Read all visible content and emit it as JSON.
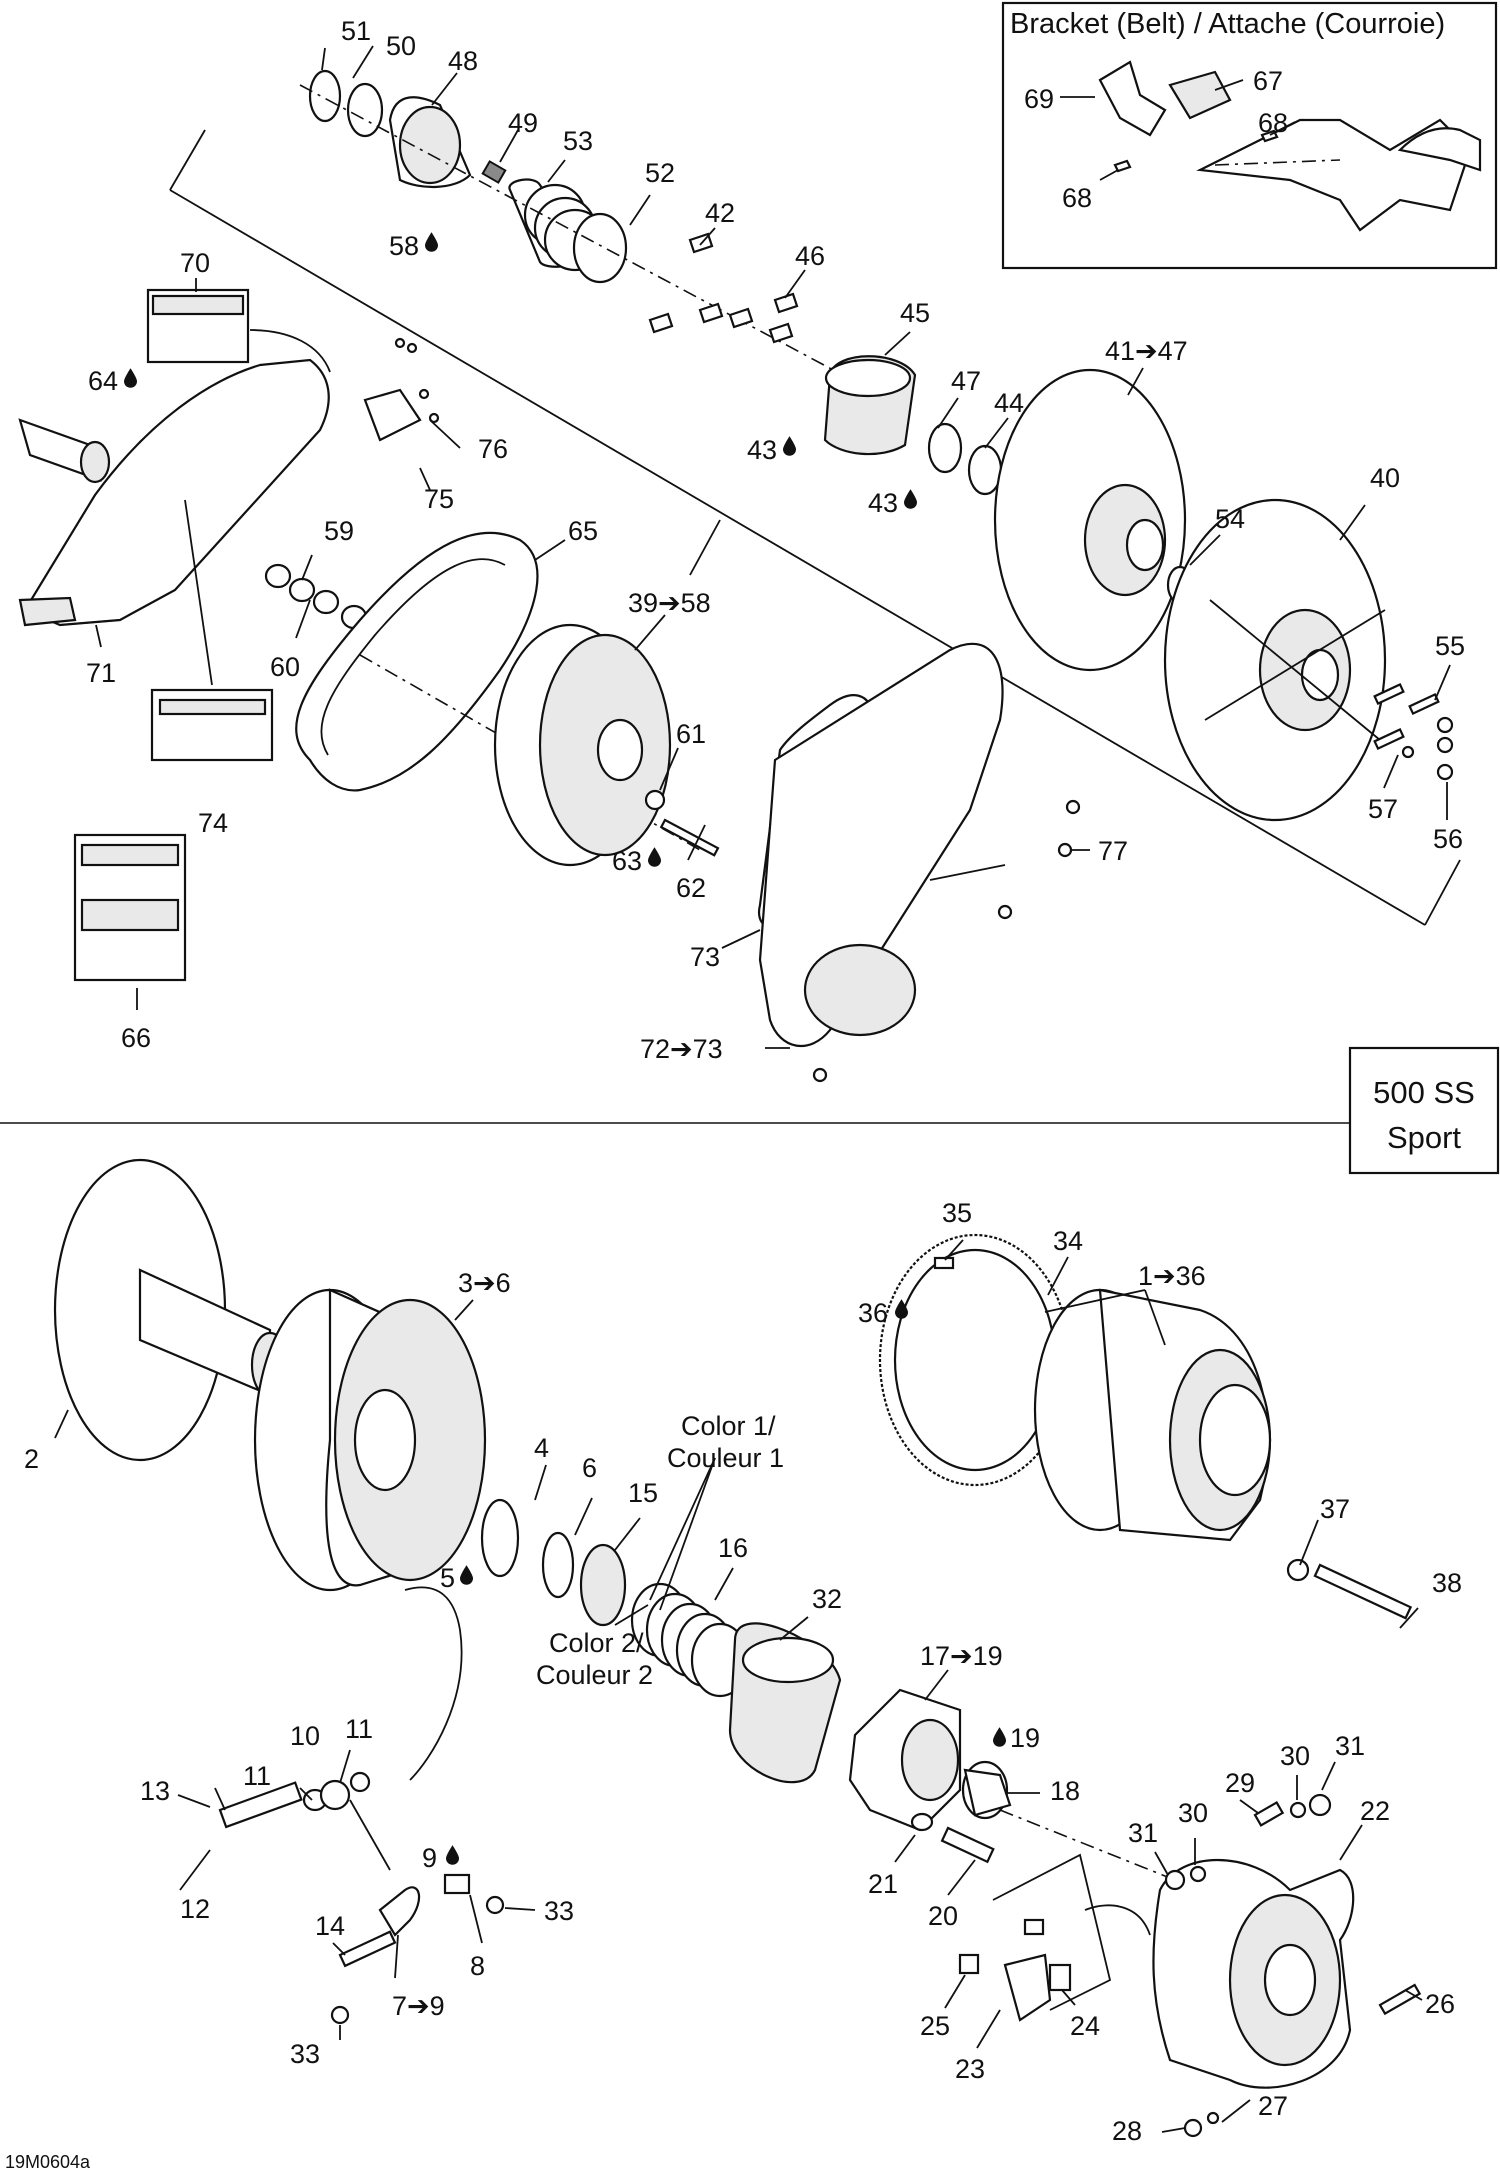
{
  "drawing_code": "19M0604a",
  "model_box": {
    "line1": "500 SS",
    "line2": "Sport"
  },
  "inset": {
    "title": "Bracket (Belt) / Attache (Courroie)"
  },
  "annotations": {
    "color1_line1": "Color 1/",
    "color1_line2": "Couleur 1",
    "color2_line1": "Color 2/",
    "color2_line2": "Couleur 2"
  },
  "callouts": {
    "c51": "51",
    "c50": "50",
    "c48": "48",
    "c49": "49",
    "c53": "53",
    "c52": "52",
    "c58": "58",
    "c42": "42",
    "c46": "46",
    "c45": "45",
    "c41_47": "41➔47",
    "c47": "47",
    "c44": "44",
    "c43a": "43",
    "c43b": "43",
    "c40": "40",
    "c54": "54",
    "c55": "55",
    "c57": "57",
    "c56": "56",
    "c70": "70",
    "c64": "64",
    "c76": "76",
    "c75": "75",
    "c59": "59",
    "c60": "60",
    "c71": "71",
    "c65": "65",
    "c39_58": "39➔58",
    "c61": "61",
    "c63": "63",
    "c62": "62",
    "c77": "77",
    "c73": "73",
    "c72_73": "72➔73",
    "c74": "74",
    "c66": "66",
    "c69": "69",
    "c67": "67",
    "c68a": "68",
    "c68b": "68",
    "c2": "2",
    "c3_6": "3➔6",
    "c4": "4",
    "c5": "5",
    "c6": "6",
    "c15": "15",
    "c16": "16",
    "c32": "32",
    "c17_19": "17➔19",
    "c19": "19",
    "c18": "18",
    "c35": "35",
    "c34": "34",
    "c1_36": "1➔36",
    "c36": "36",
    "c37": "37",
    "c38": "38",
    "c10": "10",
    "c11a": "11",
    "c11b": "11",
    "c13": "13",
    "c12": "12",
    "c9": "9",
    "c33a": "33",
    "c33b": "33",
    "c8": "8",
    "c14": "14",
    "c7_9": "7➔9",
    "c21": "21",
    "c20": "20",
    "c31a": "31",
    "c31b": "31",
    "c30a": "30",
    "c30b": "30",
    "c29": "29",
    "c22": "22",
    "c25": "25",
    "c24": "24",
    "c23": "23",
    "c26": "26",
    "c28": "28",
    "c27": "27"
  }
}
